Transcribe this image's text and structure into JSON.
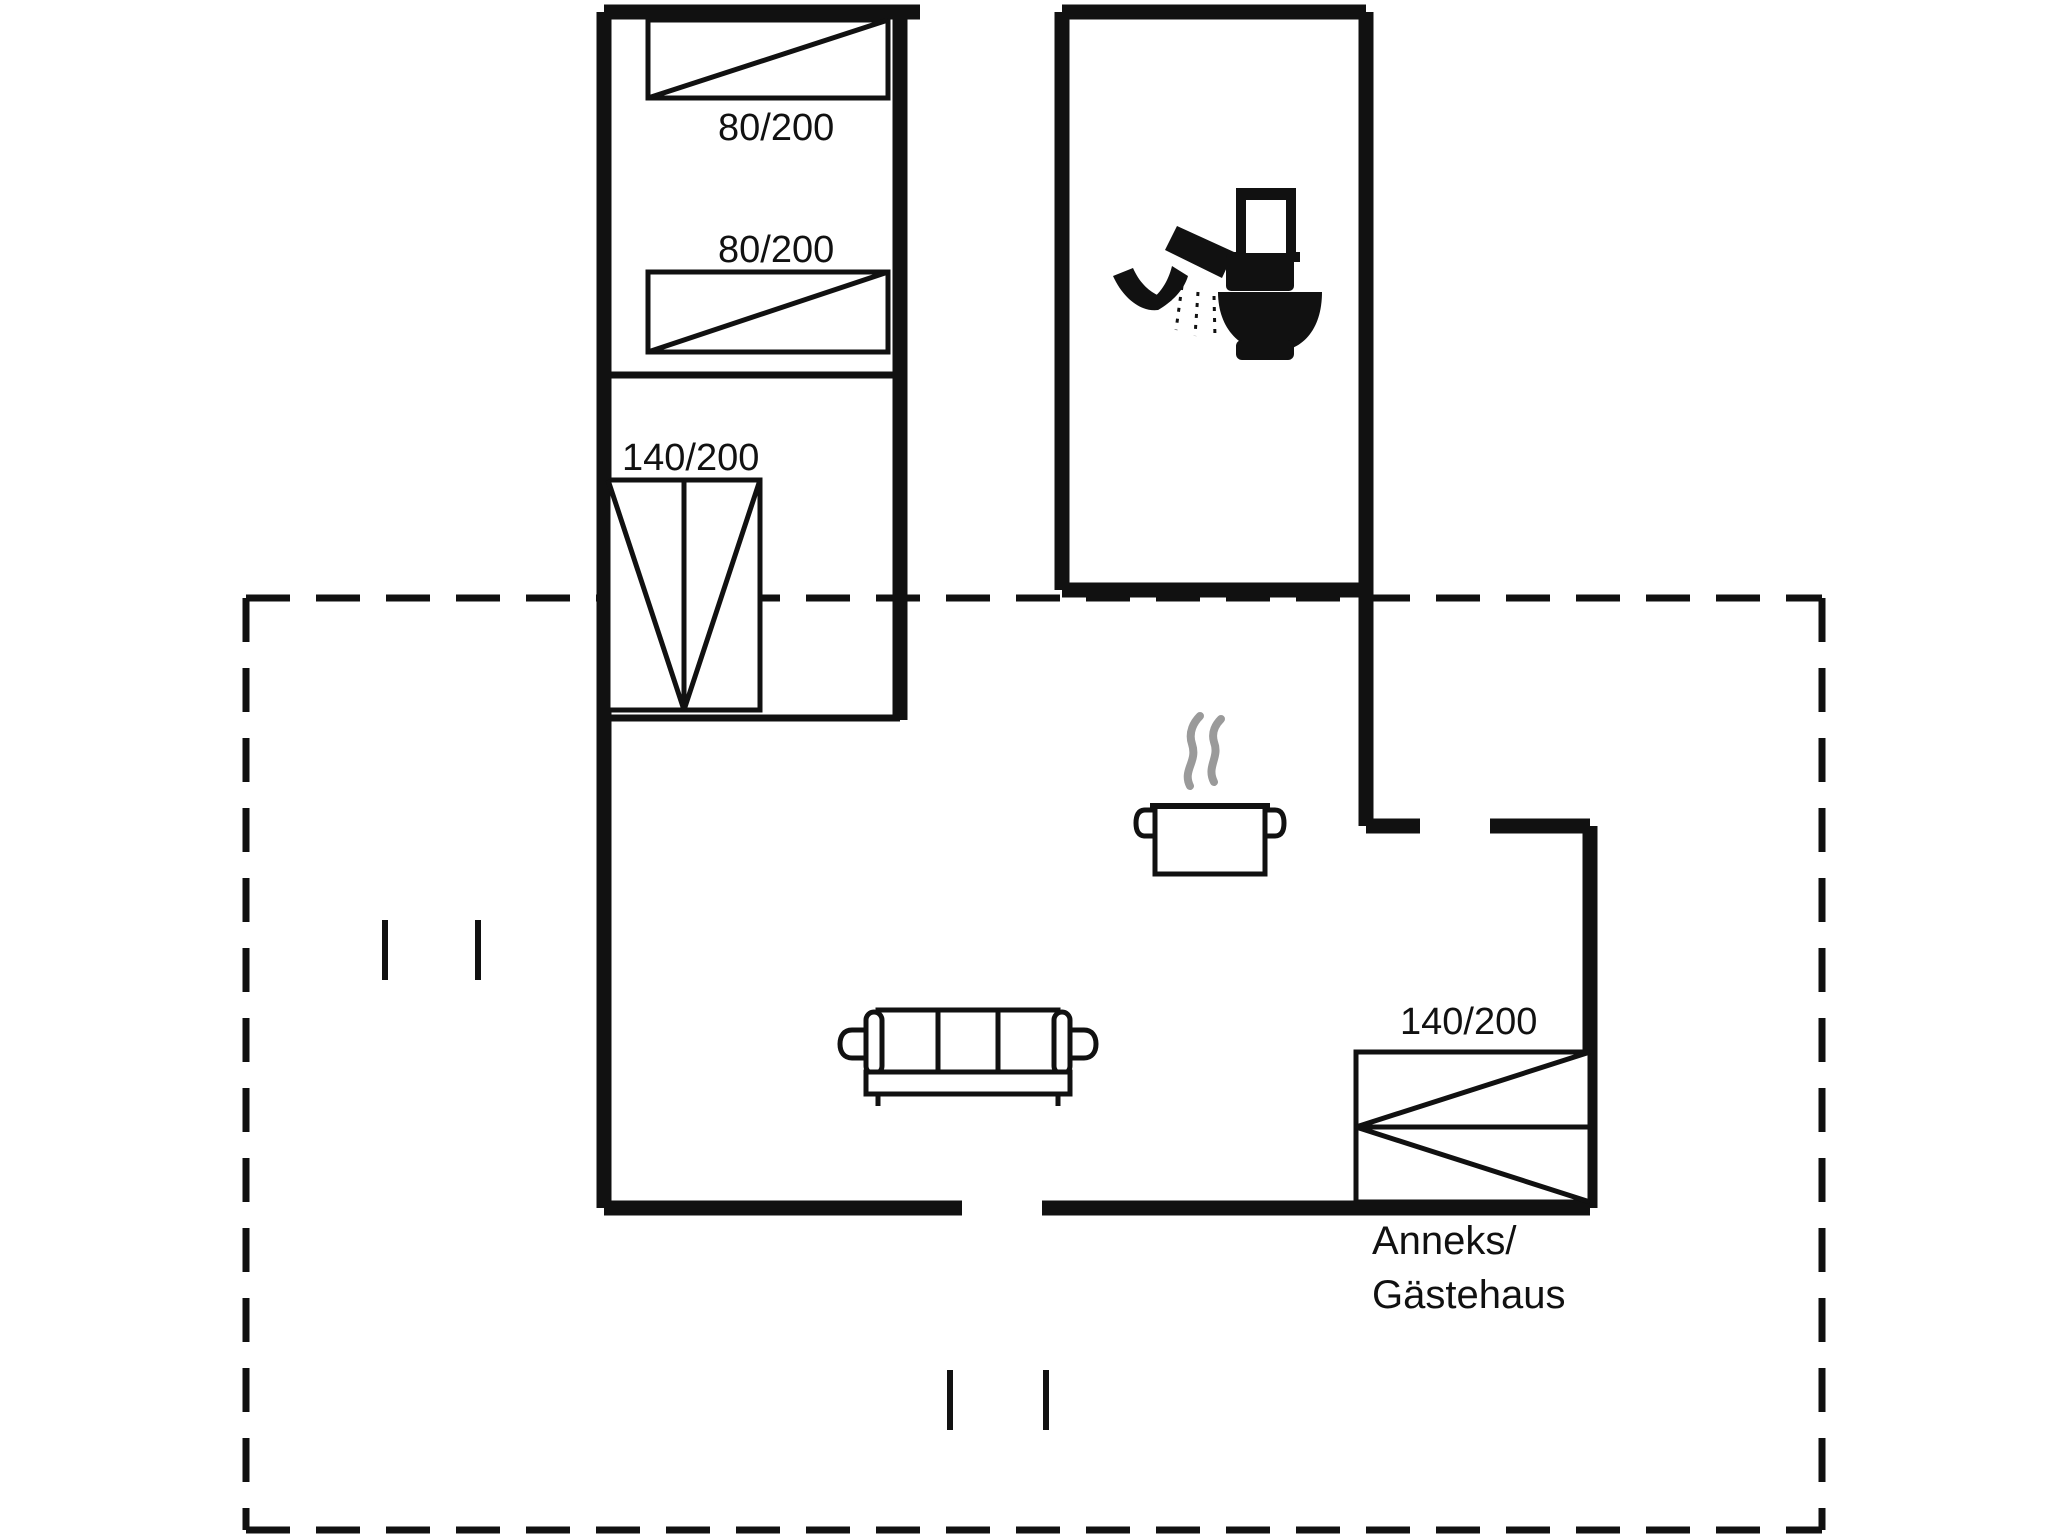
{
  "diagram": {
    "type": "floor-plan",
    "title": "",
    "colors": {
      "wall": "#111111",
      "furniture_outline": "#111111",
      "background": "#ffffff",
      "steam": "#9a9a9a"
    },
    "labels": {
      "bed_single_top": "80/200",
      "bed_single_second": "80/200",
      "bed_double_left": "140/200",
      "bed_double_annex": "140/200",
      "annex_line1": "Anneks/",
      "annex_line2": "Gästehaus"
    },
    "icons": {
      "shower": "shower-icon",
      "toilet": "toilet-icon",
      "cooking_pot": "cooking-pot-icon",
      "sofa": "sofa-icon"
    },
    "rooms": [
      {
        "name": "bedroom-upper-left",
        "beds": [
          "80/200",
          "80/200",
          "140/200"
        ]
      },
      {
        "name": "bathroom",
        "fixtures": [
          "shower-icon",
          "toilet-icon"
        ]
      },
      {
        "name": "living-kitchen",
        "fixtures": [
          "cooking-pot-icon",
          "sofa-icon"
        ]
      },
      {
        "name": "annex-guesthouse",
        "beds": [
          "140/200"
        ]
      }
    ]
  }
}
